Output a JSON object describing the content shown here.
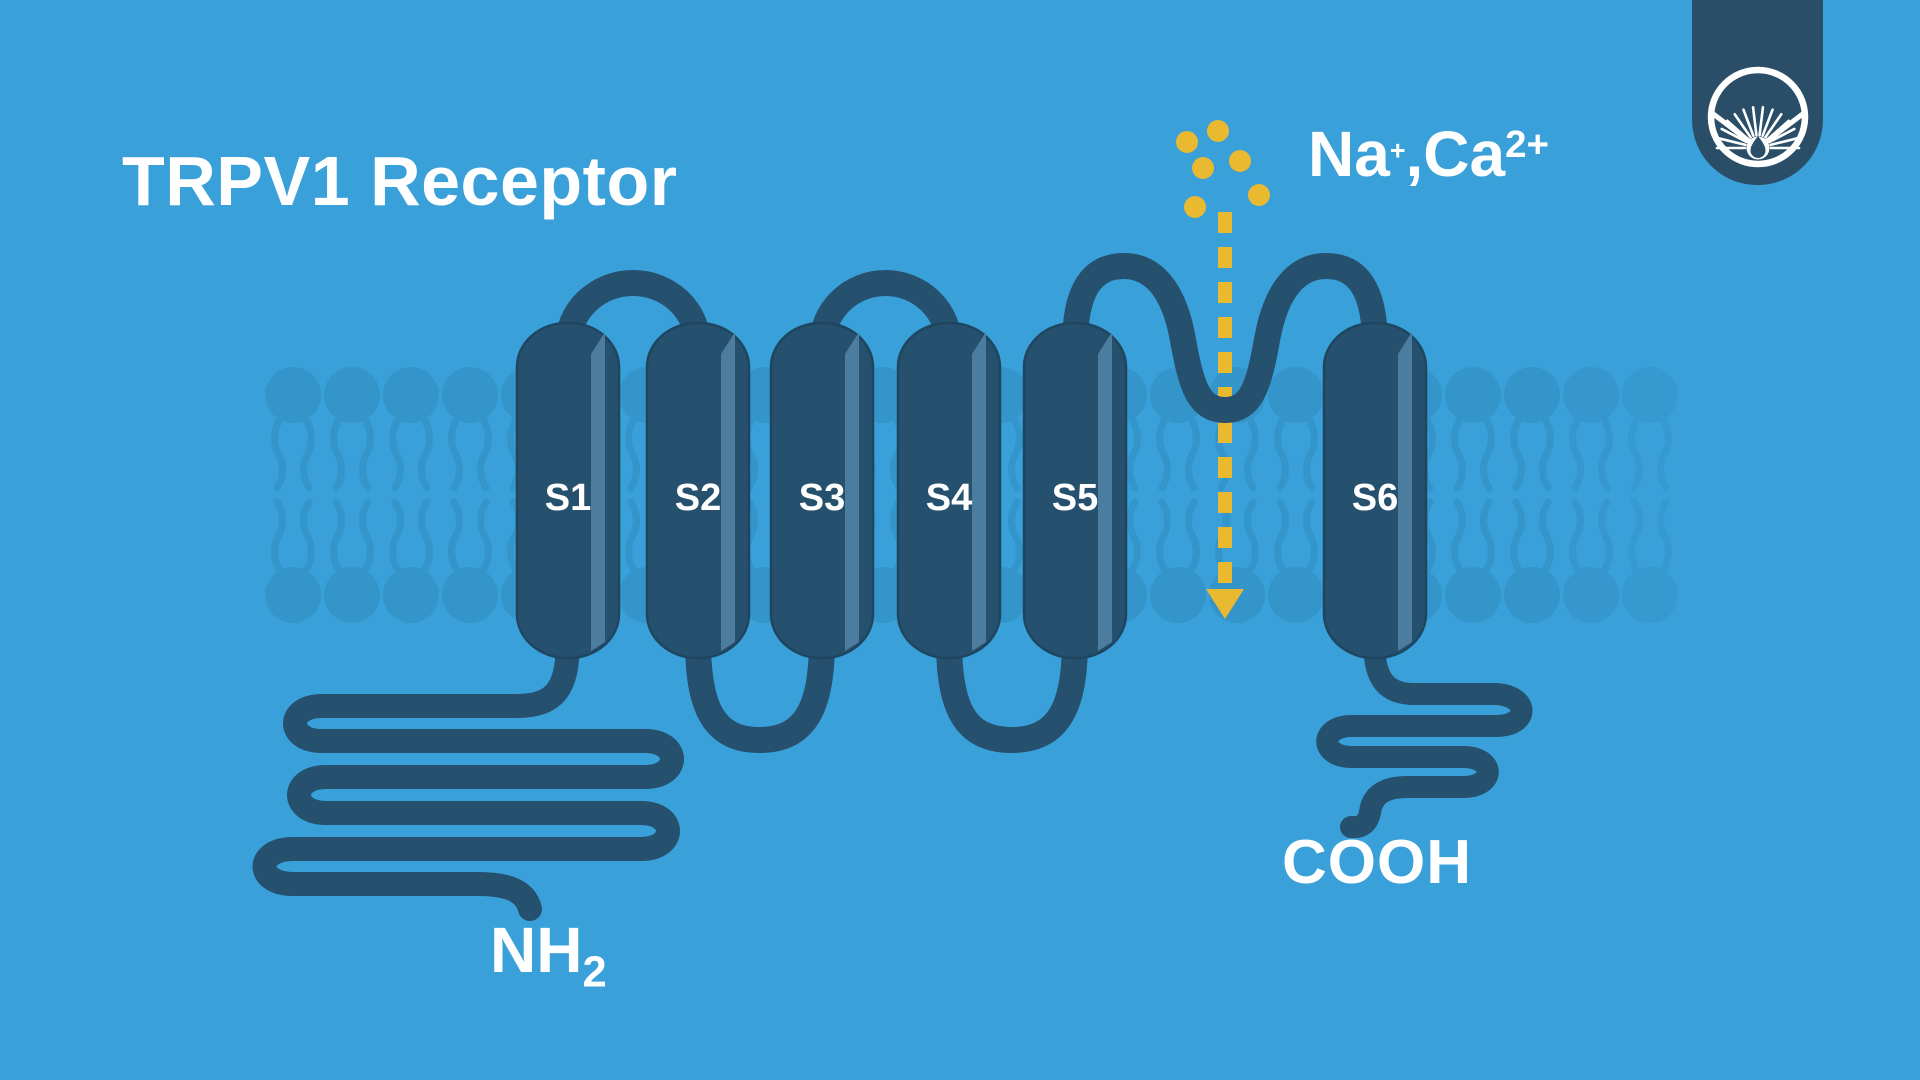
{
  "title": "TRPV1 Receptor",
  "ions_label": {
    "na": "Na",
    "na_sup": "+",
    "sep": ",",
    "ca": "Ca",
    "ca_sup": "2+"
  },
  "receptor": {
    "segments": [
      {
        "label": "S1"
      },
      {
        "label": "S2"
      },
      {
        "label": "S3"
      },
      {
        "label": "S4"
      },
      {
        "label": "S5"
      },
      {
        "label": "S6"
      }
    ],
    "n_terminus_label": {
      "main": "NH",
      "sub": "2"
    },
    "c_terminus_label": "COOH"
  },
  "colors": {
    "background": "#3AA0D9",
    "membrane": "#3495CB",
    "protein": "#25506E",
    "protein_outline": "#1E4660",
    "highlight": "#4C7D9E",
    "banner": "#2A4E68",
    "ion_yellow": "#E9B930",
    "text": "#FFFFFF"
  }
}
